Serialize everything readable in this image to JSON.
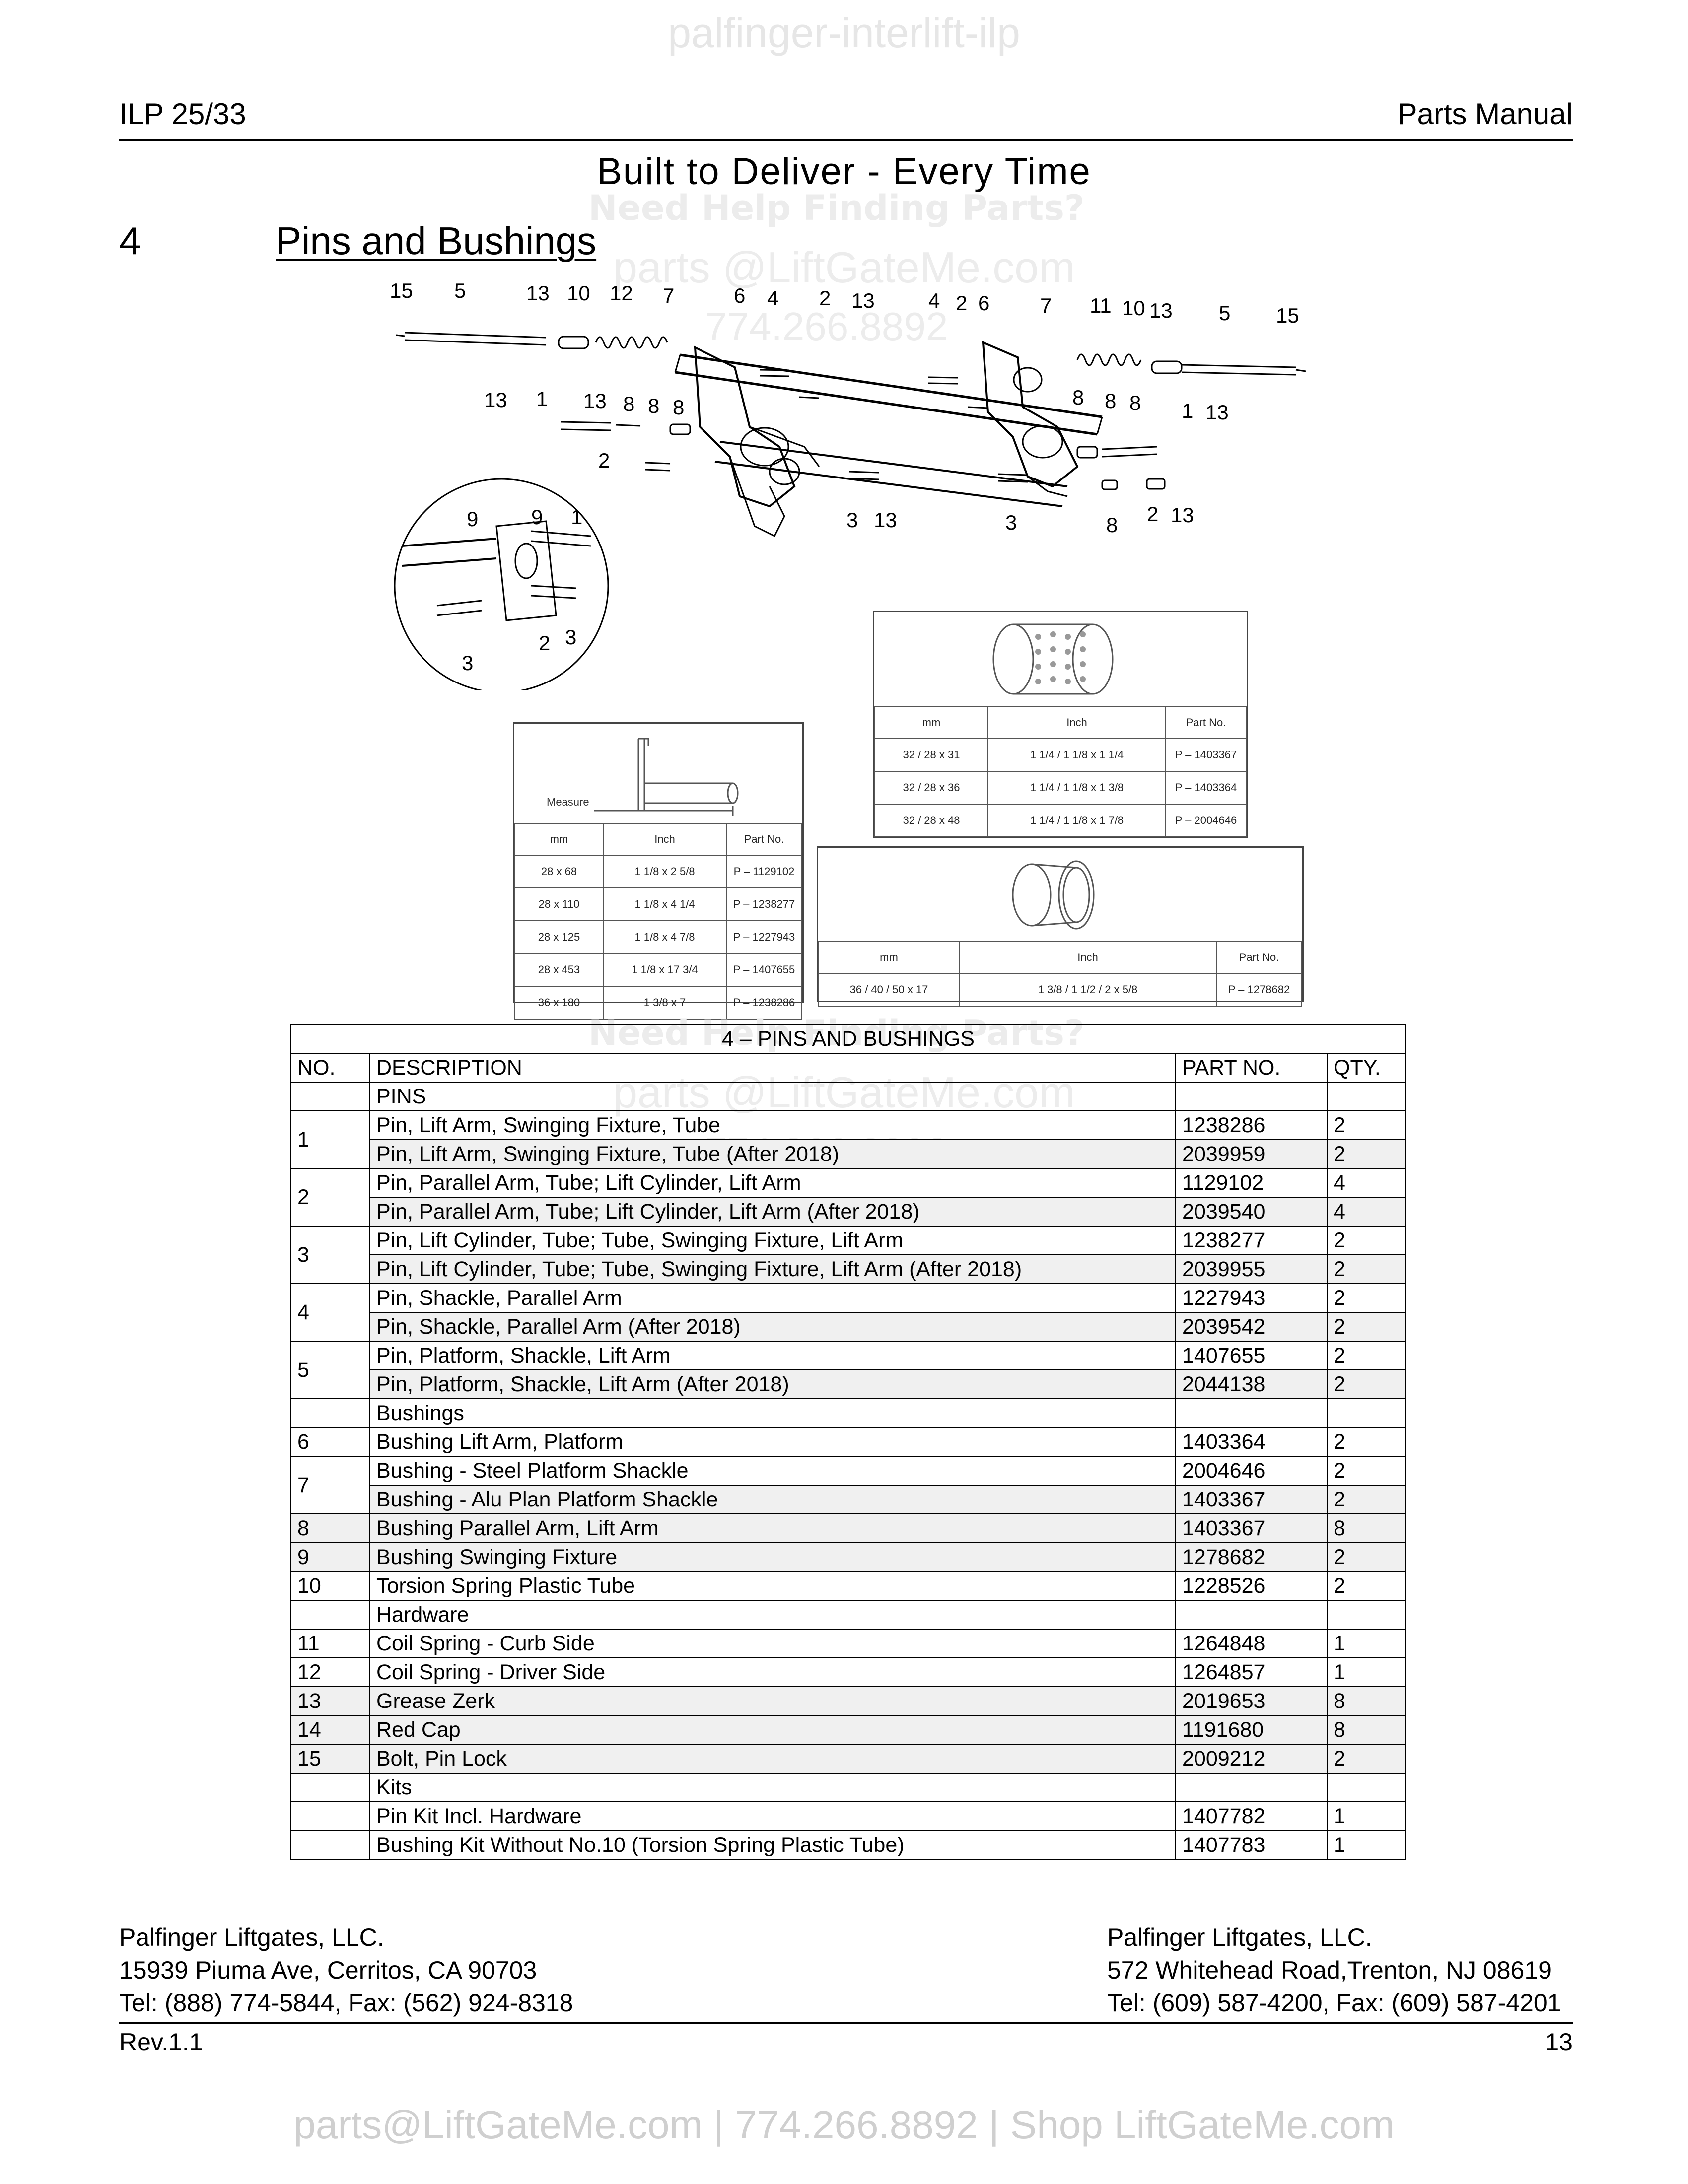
{
  "watermark": {
    "top": "palfinger-interlift-ilp",
    "help": "Need Help Finding Parts?",
    "email": "parts @LiftGateMe.com",
    "phone": "774.266.8892"
  },
  "header": {
    "left": "ILP 25/33",
    "right": "Parts Manual"
  },
  "title": "Built to Deliver - Every Time",
  "section": {
    "number": "4",
    "title": "Pins and Bushings"
  },
  "diagram": {
    "callouts_top": [
      "15",
      "5",
      "13",
      "10",
      "12",
      "7",
      "6",
      "4",
      "2",
      "13",
      "4",
      "2",
      "6",
      "7",
      "11",
      "10",
      "13",
      "5",
      "15"
    ],
    "callouts_mid": [
      "13",
      "1",
      "13",
      "8",
      "8",
      "8",
      "8",
      "8",
      "8",
      "1",
      "13"
    ],
    "callouts_low": [
      "2",
      "3",
      "13",
      "3",
      "8",
      "2",
      "13"
    ],
    "callouts_detail": [
      "9",
      "9",
      "1",
      "2",
      "3",
      "3"
    ]
  },
  "pin_spec": {
    "measure_label": "Measure",
    "headers": [
      "mm",
      "Inch",
      "Part No."
    ],
    "rows": [
      {
        "mm": "28 x   68",
        "inch": "1 1/8  x 2 5/8",
        "part": "P – 1129102"
      },
      {
        "mm": "28 x  110",
        "inch": "1 1/8  x 4 1/4",
        "part": "P – 1238277"
      },
      {
        "mm": "28 x  125",
        "inch": "1 1/8  x 4 7/8",
        "part": "P – 1227943"
      },
      {
        "mm": "28 x  453",
        "inch": "1 1/8  x 17 3/4",
        "part": "P – 1407655"
      },
      {
        "mm": "36 x  180",
        "inch": "1 3/8  x 7",
        "part": "P – 1238286"
      }
    ]
  },
  "bushing_spec": {
    "headers": [
      "mm",
      "Inch",
      "Part No."
    ],
    "rows": [
      {
        "mm": "32 / 28 x 31",
        "inch": "1 1/4 / 1 1/8 x 1 1/4",
        "part": "P – 1403367"
      },
      {
        "mm": "32 / 28 x 36",
        "inch": "1 1/4 / 1 1/8 x 1 3/8",
        "part": "P – 1403364"
      },
      {
        "mm": "32 / 28 x 48",
        "inch": "1 1/4 / 1 1/8 x 1 7/8",
        "part": "P – 2004646"
      }
    ]
  },
  "flange_spec": {
    "headers": [
      "mm",
      "Inch",
      "Part No."
    ],
    "rows": [
      {
        "mm": "36 / 40 / 50 x 17",
        "inch": "1 3/8 / 1 1/2 / 2 x 5/8",
        "part": "P – 1278682"
      }
    ]
  },
  "parts_table": {
    "caption": "4 – PINS AND BUSHINGS",
    "headers": {
      "no": "NO.",
      "desc": "DESCRIPTION",
      "part": "PART NO.",
      "qty": "QTY."
    },
    "groups": [
      {
        "label": "PINS",
        "items": [
          {
            "no": "1",
            "rows": [
              {
                "desc": "Pin, Lift Arm, Swinging Fixture, Tube",
                "part": "1238286",
                "qty": "2"
              },
              {
                "desc": "Pin, Lift Arm, Swinging Fixture, Tube (After 2018)",
                "part": "2039959",
                "qty": "2"
              }
            ]
          },
          {
            "no": "2",
            "rows": [
              {
                "desc": "Pin, Parallel Arm, Tube; Lift Cylinder, Lift Arm",
                "part": "1129102",
                "qty": "4"
              },
              {
                "desc": "Pin, Parallel Arm, Tube; Lift Cylinder, Lift Arm (After 2018)",
                "part": "2039540",
                "qty": "4"
              }
            ]
          },
          {
            "no": "3",
            "rows": [
              {
                "desc": "Pin, Lift Cylinder, Tube; Tube, Swinging Fixture, Lift Arm",
                "part": "1238277",
                "qty": "2"
              },
              {
                "desc": "Pin, Lift Cylinder, Tube; Tube, Swinging Fixture, Lift Arm (After 2018)",
                "part": "2039955",
                "qty": "2"
              }
            ]
          },
          {
            "no": "4",
            "rows": [
              {
                "desc": "Pin, Shackle, Parallel Arm",
                "part": "1227943",
                "qty": "2"
              },
              {
                "desc": "Pin, Shackle, Parallel Arm (After 2018)",
                "part": "2039542",
                "qty": "2"
              }
            ]
          },
          {
            "no": "5",
            "rows": [
              {
                "desc": "Pin, Platform, Shackle, Lift Arm",
                "part": "1407655",
                "qty": "2"
              },
              {
                "desc": "Pin, Platform, Shackle, Lift Arm (After 2018)",
                "part": "2044138",
                "qty": "2"
              }
            ]
          }
        ]
      },
      {
        "label": "Bushings",
        "items": [
          {
            "no": "6",
            "rows": [
              {
                "desc": "Bushing Lift Arm, Platform",
                "part": "1403364",
                "qty": "2"
              }
            ]
          },
          {
            "no": "7",
            "rows": [
              {
                "desc": "Bushing - Steel Platform Shackle",
                "part": "2004646",
                "qty": "2"
              },
              {
                "desc": "Bushing - Alu Plan Platform Shackle",
                "part": "1403367",
                "qty": "2"
              }
            ]
          },
          {
            "no": "8",
            "rows": [
              {
                "desc": "Bushing Parallel Arm, Lift Arm",
                "part": "1403367",
                "qty": "8"
              }
            ]
          },
          {
            "no": "9",
            "rows": [
              {
                "desc": "Bushing Swinging Fixture",
                "part": "1278682",
                "qty": "2"
              }
            ]
          },
          {
            "no": "10",
            "rows": [
              {
                "desc": "Torsion Spring Plastic Tube",
                "part": "1228526",
                "qty": "2"
              }
            ]
          }
        ]
      },
      {
        "label": "Hardware",
        "items": [
          {
            "no": "11",
            "rows": [
              {
                "desc": "Coil Spring - Curb Side",
                "part": "1264848",
                "qty": "1"
              }
            ]
          },
          {
            "no": "12",
            "rows": [
              {
                "desc": "Coil Spring - Driver Side",
                "part": "1264857",
                "qty": "1"
              }
            ]
          },
          {
            "no": "13",
            "rows": [
              {
                "desc": "Grease Zerk",
                "part": "2019653",
                "qty": "8"
              }
            ]
          },
          {
            "no": "14",
            "rows": [
              {
                "desc": "Red Cap",
                "part": "1191680",
                "qty": "8"
              }
            ]
          },
          {
            "no": "15",
            "rows": [
              {
                "desc": "Bolt, Pin Lock",
                "part": "2009212",
                "qty": "2"
              }
            ]
          }
        ]
      },
      {
        "label": "Kits",
        "items": [
          {
            "no": "",
            "rows": [
              {
                "desc": "Pin Kit Incl. Hardware",
                "part": "1407782",
                "qty": "1"
              }
            ]
          },
          {
            "no": "",
            "rows": [
              {
                "desc": "Bushing Kit Without No.10 (Torsion Spring Plastic Tube)",
                "part": "1407783",
                "qty": "1"
              }
            ]
          }
        ]
      }
    ]
  },
  "footer": {
    "left": {
      "company": "Palfinger Liftgates, LLC.",
      "address": "15939 Piuma Ave, Cerritos, CA 90703",
      "tel": "Tel: (888) 774-5844, Fax: (562) 924-8318"
    },
    "right": {
      "company": "Palfinger Liftgates, LLC.",
      "address": "572 Whitehead Road,Trenton, NJ 08619",
      "tel": "Tel: (609) 587-4200, Fax: (609) 587-4201"
    },
    "rev": "Rev.1.1",
    "page": "13"
  },
  "contact_bar": "parts@LiftGateMe.com | 774.266.8892 | Shop LiftGateMe.com"
}
